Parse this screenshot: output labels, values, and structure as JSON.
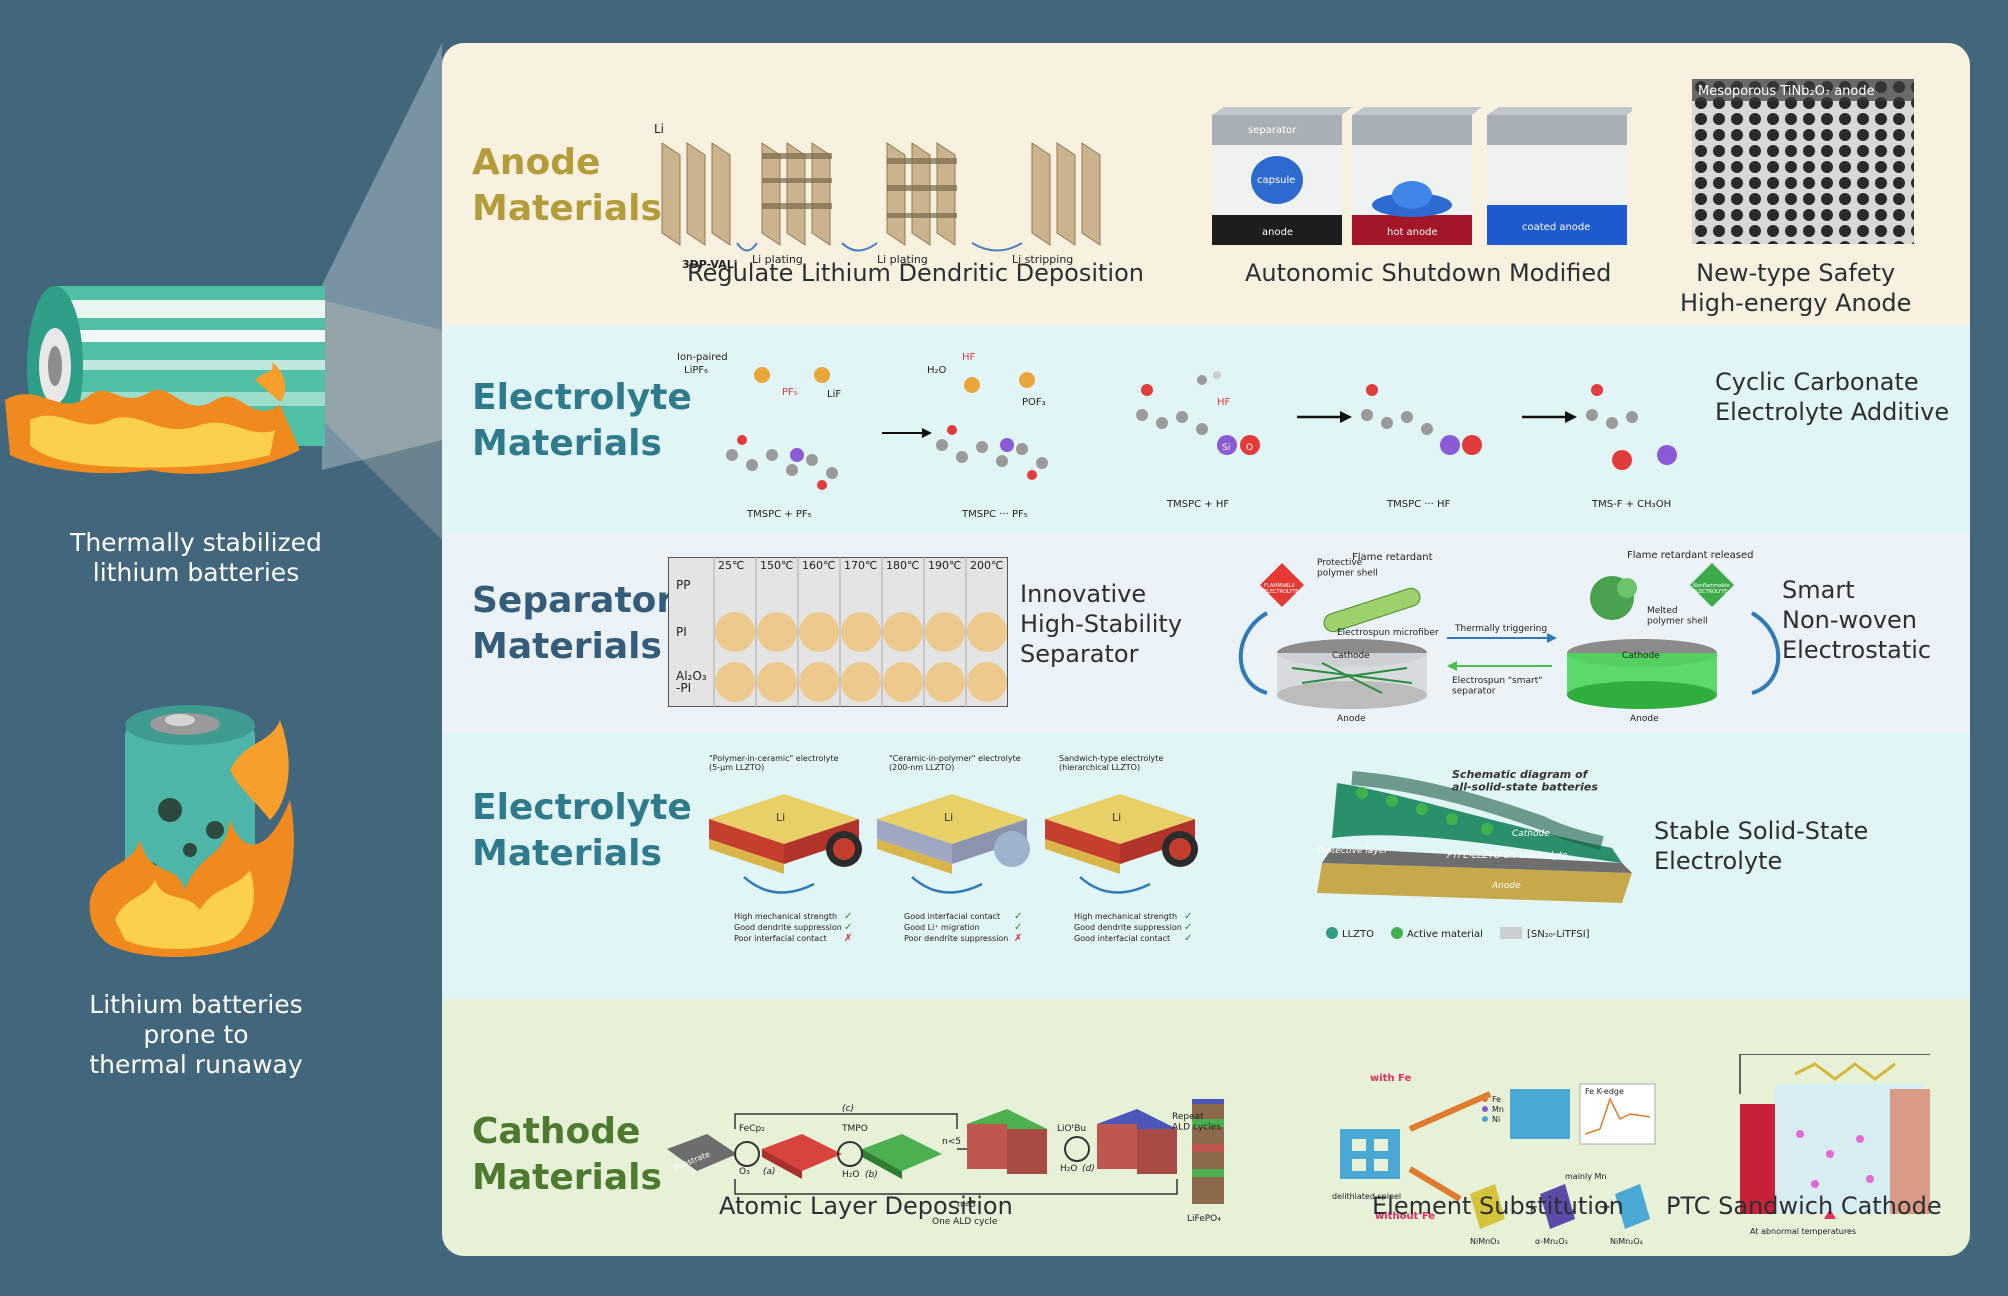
{
  "left": {
    "caption_top": "Thermally stabilized\nlithium batteries",
    "caption_bottom": "Lithium batteries\nprone to\nthermal runaway"
  },
  "colors": {
    "background": "#42667c",
    "anode_band": "#f9f1df",
    "electrolyte_band": "#e1f4f6",
    "separator_band": "#ecf3f8",
    "cathode_band": "#e6f1d8",
    "anode_title": "#b39d3b",
    "blue_title": "#2f7b8c",
    "separator_title": "#355d7a",
    "cathode_title": "#4d7a2f"
  },
  "sections": {
    "anode": {
      "title": "Anode\nMaterials",
      "caption_1": "Regulate Lithium Dendritic Deposition",
      "caption_2": "Autonomic Shutdown Modified",
      "caption_3": "New-type Safety\nHigh-energy Anode",
      "fig": {
        "li": "Li",
        "vali": "3DP-VALi",
        "plating1": "Li plating",
        "plating2": "Li plating",
        "stripping": "Li stripping",
        "separator": "separator",
        "capsule": "capsule",
        "anode": "anode",
        "hot_anode": "hot anode",
        "coated_anode": "coated anode",
        "tem_label": "Mesoporous TiNb₂O₇ anode"
      }
    },
    "electrolyte_liquid": {
      "title": "Electrolyte\nMaterials",
      "caption": "Cyclic Carbonate\nElectrolyte Additive",
      "fig": {
        "ion_paired": "Ion-paired",
        "lipf6": "LiPF₆",
        "pf5": "PF₅",
        "lif": "LiF",
        "h2o": "H₂O",
        "hf": "HF",
        "pof3": "POF₃",
        "tmspc_pf5": "TMSPC + PF₅",
        "tmspc_dots_pf5": "TMSPC ··· PF₅",
        "hf2": "HF",
        "tmspc_hf": "TMSPC + HF",
        "tmspc_dots_hf": "TMSPC ··· HF",
        "tmsf": "TMS-F + CH₃OH",
        "si": "Si",
        "o": "O"
      }
    },
    "separator": {
      "title": "Separator\nMaterials",
      "caption_1": "Innovative\nHigh-Stability\nSeparator",
      "caption_2": "Smart\nNon-woven\nElectrostatic",
      "grid": {
        "temps": [
          "25℃",
          "150℃",
          "160℃",
          "170℃",
          "180℃",
          "190℃",
          "200℃"
        ],
        "rows": [
          "PP",
          "PI",
          "Al₂O₃\n-PI"
        ]
      },
      "fig": {
        "protective": "Protective\npolymer shell",
        "flame_retardant": "Flame retardant",
        "microfiber": "Electrospun microfiber",
        "cathode1": "Cathode",
        "anode1": "Anode",
        "triggering": "Thermally triggering",
        "smart_sep": "Electrospun \"smart\"\nseparator",
        "released": "Flame retardant released",
        "melted": "Melted\npolymer shell",
        "cathode2": "Cathode",
        "anode2": "Anode",
        "flammable": "FLAMMABLE\nELECTROLYTE",
        "nonflammable": "Nonflammable\nELECTROLYTE"
      }
    },
    "electrolyte_solid": {
      "title": "Electrolyte\nMaterials",
      "caption": "Stable Solid-State\nElectrolyte",
      "fig": {
        "type1": "\"Polymer-in-ceramic\" electrolyte\n(5-μm LLZTO)",
        "type2": "\"Ceramic-in-polymer\" electrolyte\n(200-nm LLZTO)",
        "type3": "Sandwich-type electrolyte\n(hierarchical LLZTO)",
        "li": "Li",
        "props1": [
          "High mechanical strength",
          "Good dendrite suppression",
          "Poor interfacial contact"
        ],
        "props2": [
          "Good interfacial contact",
          "Good Li⁺ migration",
          "Poor dendrite suppression"
        ],
        "props3": [
          "High mechanical strength",
          "Good dendrite suppression",
          "Good interfacial contact"
        ],
        "schematic": "Schematic diagram of\nall-solid-state batteries",
        "cathode": "Cathode",
        "protective_layer": "Protective layer",
        "ptfe": "PTFE-LLZTO-SN electrolyte",
        "anode": "Anode",
        "llzto": "LLZTO",
        "active": "Active material",
        "sn": "[SN₂₀-LiTFSI]"
      }
    },
    "cathode": {
      "title": "Cathode\nMaterials",
      "caption_1": "Atomic Layer Deposition",
      "caption_2": "Element Substitution",
      "caption_3": "PTC Sandwich  Cathode",
      "fig": {
        "substrate": "Substrate",
        "fecp2": "FeCp₂",
        "o3": "O₃",
        "a": "(a)",
        "tmpo": "TMPO",
        "h2o_b": "H₂O",
        "b": "(b)",
        "c": "(c)",
        "n5a": "n<5",
        "n5b": "n=5",
        "liotbu": "LiOᵗBu",
        "h2o_d": "H₂O",
        "d": "(d)",
        "repeat": "Repeat\nALD cycles",
        "one_cycle": "One ALD cycle",
        "lifepo4": "LiFePO₄",
        "with_fe": "with Fe",
        "without_fe": "without Fe",
        "delithiated": "delithiated spinel",
        "fe": "Fe",
        "mn": "Mn",
        "ni": "Ni",
        "fe_kedge": "Fe K-edge",
        "mainly_mn": "mainly Mn",
        "nimno3": "NiMnO₃",
        "mn2o3": "α-Mn₂O₃",
        "nimn2o4": "NiMn₂O₄",
        "abnormal": "At abnormal temperatures"
      }
    }
  }
}
